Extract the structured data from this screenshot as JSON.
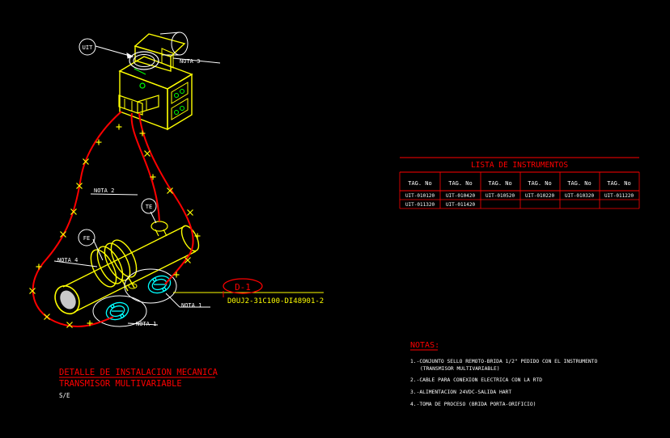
{
  "drawing": {
    "tags": {
      "uit": "UIT",
      "te": "TE",
      "fe": "FE"
    },
    "callouts": {
      "nota3": "NOTA 3",
      "nota2": "NOTA 2",
      "nota4": "NOTA 4",
      "nota1a": "NOTA 1",
      "nota1b": "NOTA 1"
    },
    "detail_ref": {
      "label": "D-1",
      "line": "D0UJ2-31C100-DI48901-2"
    }
  },
  "instrument_list": {
    "title": "LISTA DE INSTRUMENTOS",
    "headers": [
      "TAG. No",
      "TAG. No",
      "TAG. No",
      "TAG. No",
      "TAG. No",
      "TAG. No"
    ],
    "rows": [
      [
        "UIT-010120",
        "UIT-010420",
        "UIT-010520",
        "UIT-010220",
        "UIT-010320",
        "UIT-011220"
      ],
      [
        "UIT-011320",
        "UIT-011420",
        "",
        "",
        "",
        ""
      ]
    ]
  },
  "notes": {
    "title": "NOTAS:",
    "items": [
      "1.-CONJUNTO SELLO REMOTO-BRIDA 1/2\" PEDIDO CON EL INSTRUMENTO",
      "(TRANSMISOR MULTIVARIABLE)",
      "2.-CABLE PARA CONEXION ELECTRICA CON LA RTD",
      "3.-ALIMENTACION 24VDC-SALIDA HART",
      "4.-TOMA DE PROCESO (BRIDA PORTA-ORIFICIO)"
    ]
  },
  "title_block": {
    "line1": "DETALLE DE INSTALACION MECANICA",
    "line2": "TRANSMISOR MULTIVARIABLE",
    "scale": "S/E"
  },
  "colors": {
    "background": "#000000",
    "yellow": "#ffff00",
    "red": "#ff0000",
    "white": "#ffffff",
    "cyan": "#00ffff",
    "green": "#00ff00",
    "orange": "#ff8c1a"
  }
}
